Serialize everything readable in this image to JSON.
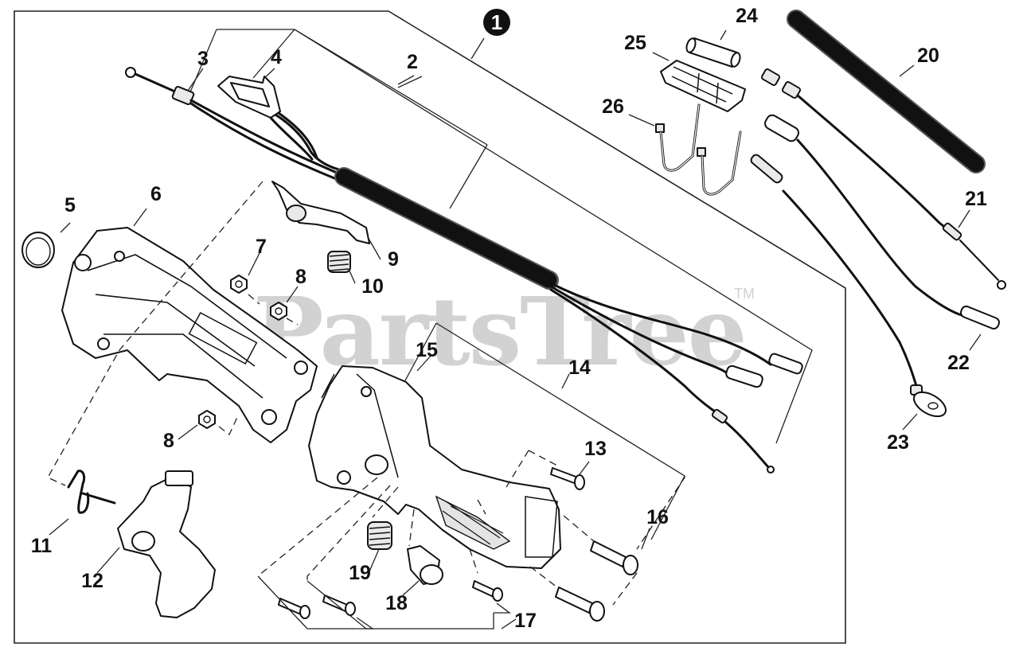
{
  "title_callout": "1",
  "watermark": {
    "text": "PartsTree",
    "tm": "TM"
  },
  "callouts": [
    {
      "id": "2",
      "text": "2"
    },
    {
      "id": "3",
      "text": "3"
    },
    {
      "id": "4",
      "text": "4"
    },
    {
      "id": "5",
      "text": "5"
    },
    {
      "id": "6",
      "text": "6"
    },
    {
      "id": "7",
      "text": "7"
    },
    {
      "id": "8a",
      "text": "8"
    },
    {
      "id": "8b",
      "text": "8"
    },
    {
      "id": "9",
      "text": "9"
    },
    {
      "id": "10",
      "text": "10"
    },
    {
      "id": "11",
      "text": "11"
    },
    {
      "id": "12",
      "text": "12"
    },
    {
      "id": "13",
      "text": "13"
    },
    {
      "id": "14",
      "text": "14"
    },
    {
      "id": "15",
      "text": "15"
    },
    {
      "id": "16",
      "text": "16"
    },
    {
      "id": "17",
      "text": "17"
    },
    {
      "id": "18",
      "text": "18"
    },
    {
      "id": "19",
      "text": "19"
    },
    {
      "id": "20",
      "text": "20"
    },
    {
      "id": "21",
      "text": "21"
    },
    {
      "id": "22",
      "text": "22"
    },
    {
      "id": "23",
      "text": "23"
    },
    {
      "id": "24",
      "text": "24"
    },
    {
      "id": "25",
      "text": "25"
    },
    {
      "id": "26",
      "text": "26"
    }
  ]
}
